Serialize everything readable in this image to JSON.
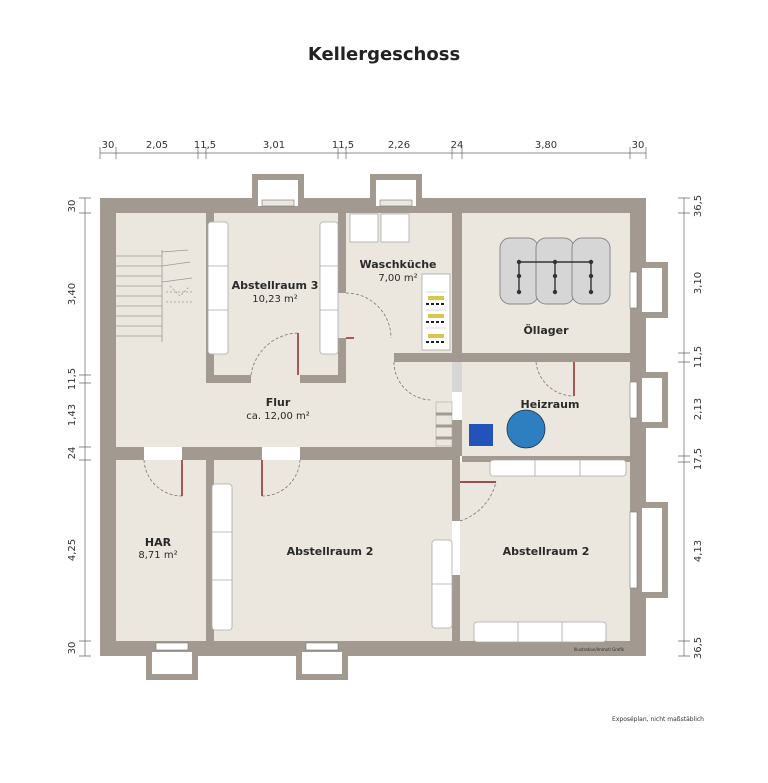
{
  "title": "Kellergeschoss",
  "footer_note": "Exposéplan, nicht maßstäblich",
  "watermark": "Illustration/Immoti Grafik",
  "rooms": [
    {
      "name": "Abstellraum 3",
      "area": "10,23 m²"
    },
    {
      "name": "Waschküche",
      "area": "7,00 m²"
    },
    {
      "name": "Öllager",
      "area": ""
    },
    {
      "name": "Flur",
      "area": "ca. 12,00 m²"
    },
    {
      "name": "Heizraum",
      "area": ""
    },
    {
      "name": "HAR",
      "area": "8,71 m²"
    },
    {
      "name": "Abstellraum 2",
      "area": ""
    },
    {
      "name": "Abstellraum 2",
      "area": ""
    }
  ],
  "dimensions": {
    "top": [
      "30",
      "2,05",
      "11,5",
      "3,01",
      "11,5",
      "2,26",
      "24",
      "3,80",
      "30"
    ],
    "left": [
      "30",
      "3,40",
      "11,5",
      "1,43",
      "24",
      "4,25",
      "30"
    ],
    "right": [
      "36,5",
      "3,10",
      "11,5",
      "2,13",
      "17,5",
      "4,13",
      "36,5"
    ]
  },
  "colors": {
    "wall": "#a29a91",
    "floor": "#ebe7de",
    "door_red": "#8b1a1a",
    "boiler": "#2e7fbf",
    "pump": "#2352b8"
  }
}
